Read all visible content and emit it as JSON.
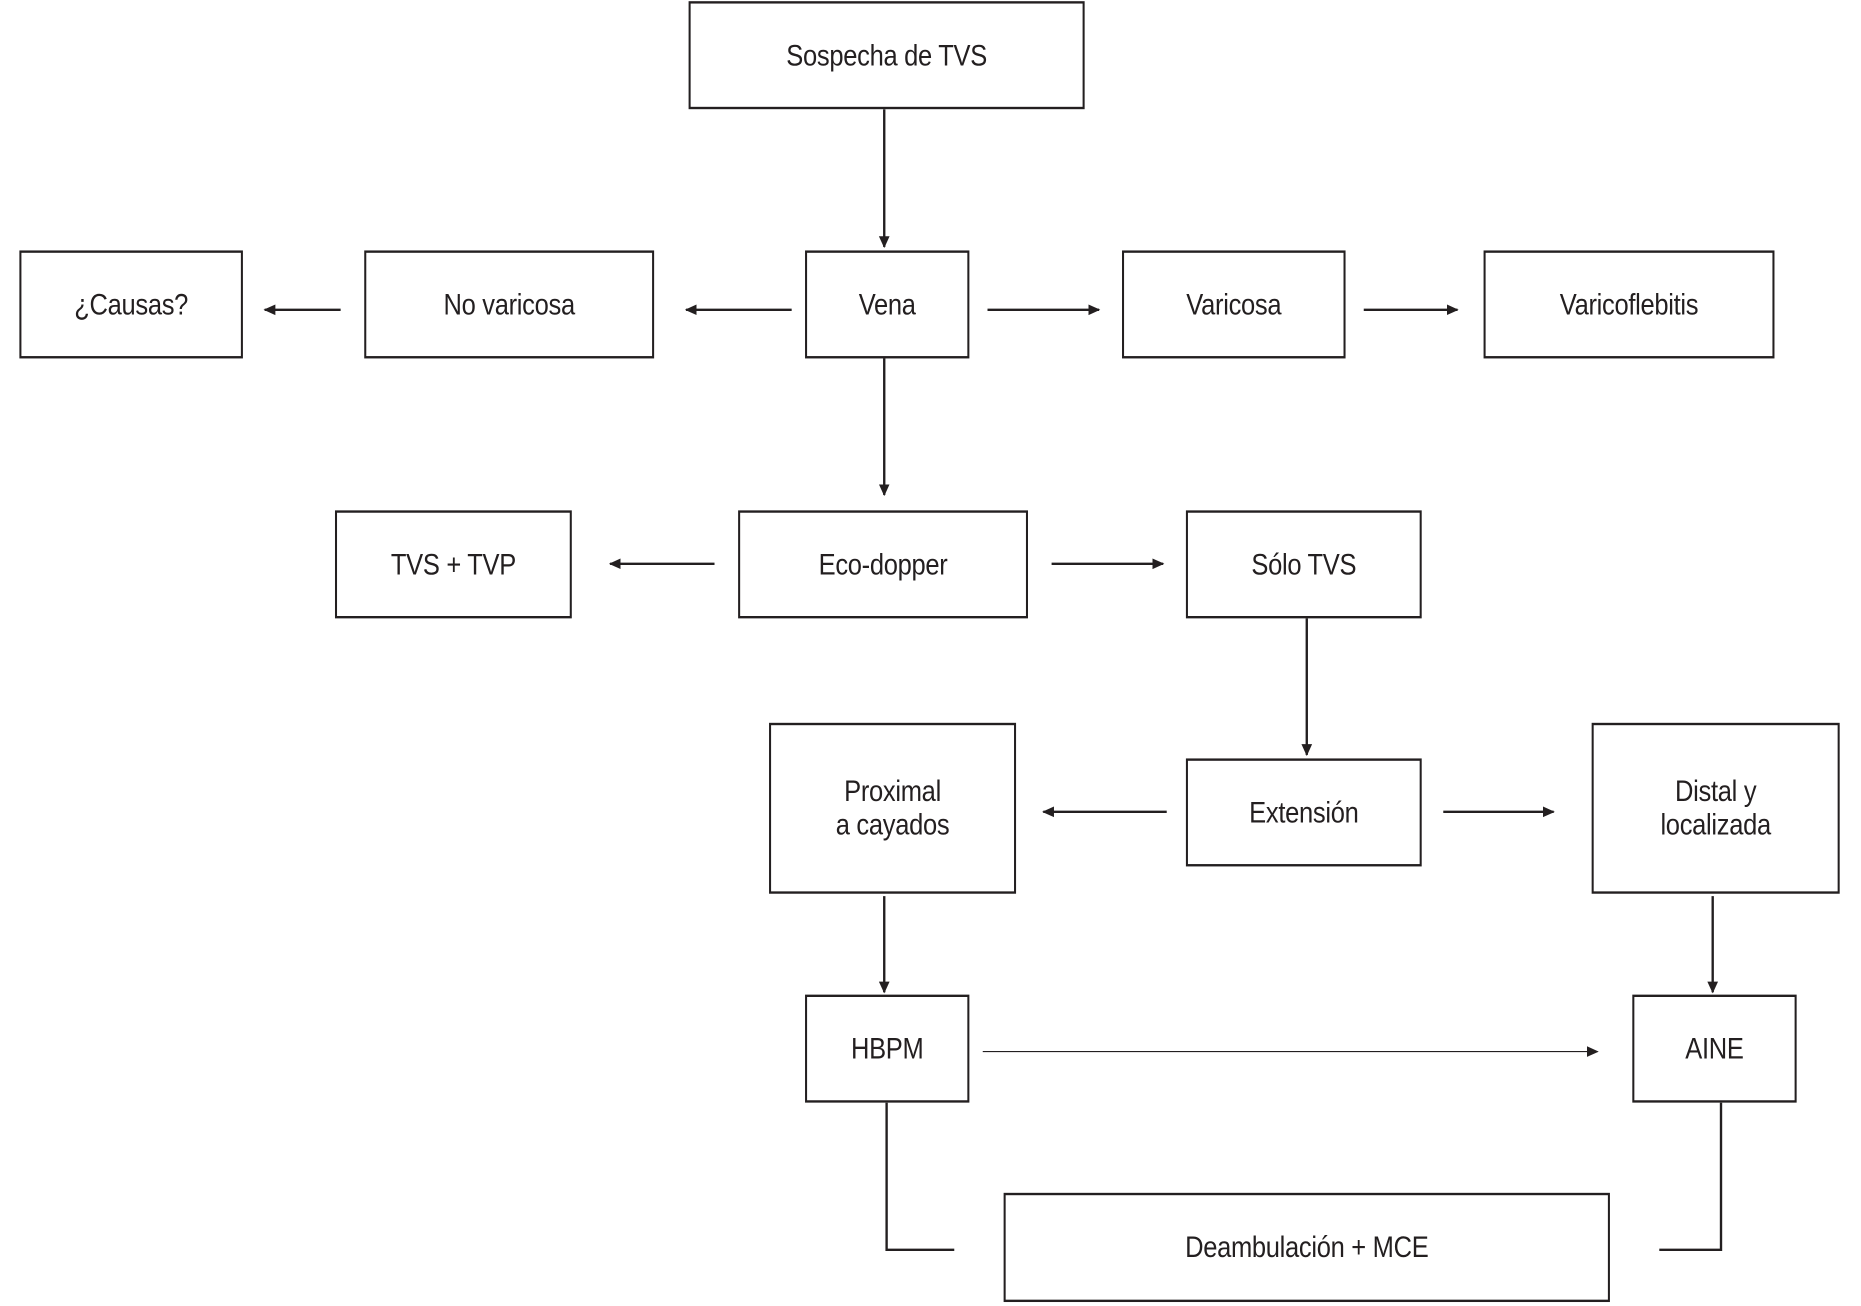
{
  "colors": {
    "stroke": "#231f20",
    "background": "#ffffff"
  },
  "nodes": {
    "sospecha": "Sospecha de TVS",
    "vena": "Vena",
    "no_varicosa": "No varicosa",
    "causas": "¿Causas?",
    "varicosa": "Varicosa",
    "varicoflebitis": "Varicoflebitis",
    "eco_dopper": "Eco-dopper",
    "tvs_tvp": "TVS + TVP",
    "solo_tvs": "Sólo TVS",
    "extension": "Extensión",
    "proximal": "Proximal\na cayados",
    "distal": "Distal y\nlocalizada",
    "hbpm": "HBPM",
    "aine": "AINE",
    "deambulacion": "Deambulación + MCE"
  },
  "edges": [
    {
      "from": "sospecha",
      "to": "vena"
    },
    {
      "from": "vena",
      "to": "no_varicosa"
    },
    {
      "from": "no_varicosa",
      "to": "causas"
    },
    {
      "from": "vena",
      "to": "varicosa"
    },
    {
      "from": "varicosa",
      "to": "varicoflebitis"
    },
    {
      "from": "vena",
      "to": "eco_dopper"
    },
    {
      "from": "eco_dopper",
      "to": "tvs_tvp"
    },
    {
      "from": "eco_dopper",
      "to": "solo_tvs"
    },
    {
      "from": "solo_tvs",
      "to": "extension"
    },
    {
      "from": "extension",
      "to": "proximal"
    },
    {
      "from": "extension",
      "to": "distal"
    },
    {
      "from": "proximal",
      "to": "hbpm"
    },
    {
      "from": "distal",
      "to": "aine"
    },
    {
      "from": "hbpm",
      "to": "aine"
    },
    {
      "from": "hbpm",
      "to": "deambulacion"
    },
    {
      "from": "aine",
      "to": "deambulacion"
    }
  ]
}
